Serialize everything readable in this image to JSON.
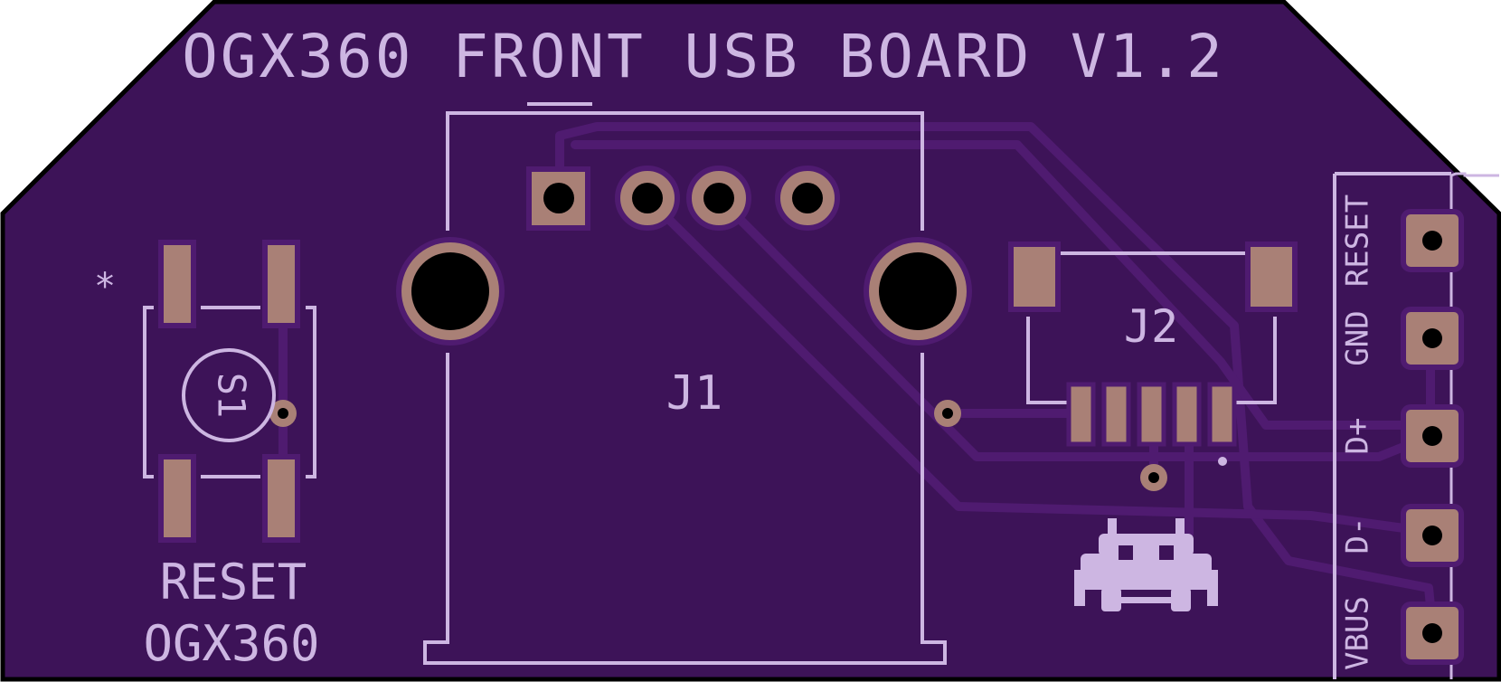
{
  "board": {
    "title": "OGX360 FRONT USB BOARD V1.2",
    "colors": {
      "outline": "#000000",
      "substrate": "#3d1358",
      "trace": "#4f1b70",
      "pad": "#a98076",
      "silkscreen": "#cdb6e2",
      "drill": "#000000"
    }
  },
  "switch": {
    "designator": "S1",
    "pin1_marker": "*",
    "label_line1": "RESET",
    "label_line2": "OGX360"
  },
  "usb_connector": {
    "designator": "J1"
  },
  "micro_usb": {
    "designator": "J2"
  },
  "header": {
    "pins": [
      "RESET",
      "GND",
      "D+",
      "D-",
      "VBUS"
    ]
  },
  "logo": {
    "icon": "space-invader-icon"
  }
}
